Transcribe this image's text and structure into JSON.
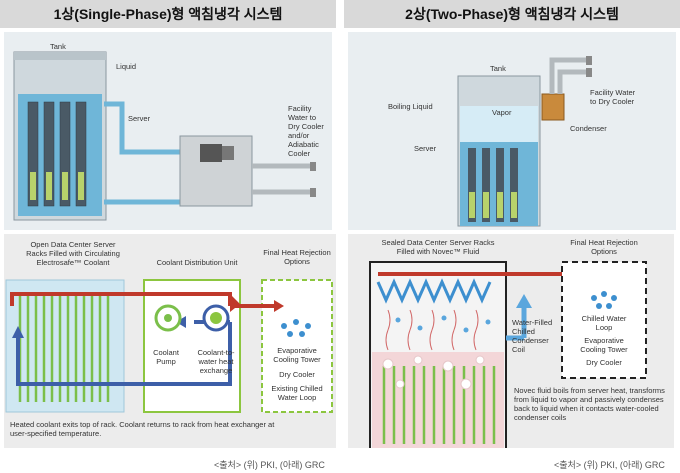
{
  "left": {
    "title": "1상(Single-Phase)형 액침냉각 시스템",
    "top": {
      "tank": "Tank",
      "liquid": "Liquid",
      "server": "Server",
      "facility": "Facility\nWater to\nDry Cooler\nand/or\nAdiabatic\nCooler"
    },
    "bottom": {
      "racks": "Open Data Center Server\nRacks Filled with Circulating\nElectrosafe™ Coolant",
      "cdu": "Coolant Distribution Unit",
      "final_heat": "Final Heat Rejection\nOptions",
      "pump": "Coolant\nPump",
      "exchange": "Coolant-to-\nwater heat\nexchange",
      "evap": "Evaporative\nCooling Tower",
      "dry": "Dry Cooler",
      "chilled": "Existing Chilled\nWater Loop",
      "caption": "Heated coolant exits top of rack. Coolant returns to rack from heat exchanger at\nuser-specified temperature."
    },
    "source": "<출처> (위) PKI, (아래) GRC"
  },
  "right": {
    "title": "2상(Two-Phase)형 액침냉각 시스템",
    "top": {
      "tank": "Tank",
      "vapor": "Vapor",
      "boiling": "Boiling Liquid",
      "server": "Server",
      "condenser": "Condenser",
      "facility": "Facility Water\nto Dry Cooler"
    },
    "bottom": {
      "racks": "Sealed Data Center Server Racks\nFilled with Novec™ Fluid",
      "final_heat": "Final Heat Rejection\nOptions",
      "coil": "Water-Filled\nChilled\nCondenser\nCoil",
      "chilled": "Chilled Water\nLoop",
      "evap": "Evaporative\nCooling Tower",
      "dry": "Dry Cooler",
      "caption": "Novec fluid boils from server heat, transforms\nfrom liquid to vapor and passively condenses\nback to liquid when it contacts water-cooled\ncondenser coils"
    },
    "source": "<출처> (위) PKI, (아래) GRC"
  },
  "colors": {
    "hot": "#c0392b",
    "cold": "#3d5fa8",
    "liquid": "#6fb6d8",
    "green": "#7bbf4a",
    "dashed_green": "#8cc63f"
  }
}
